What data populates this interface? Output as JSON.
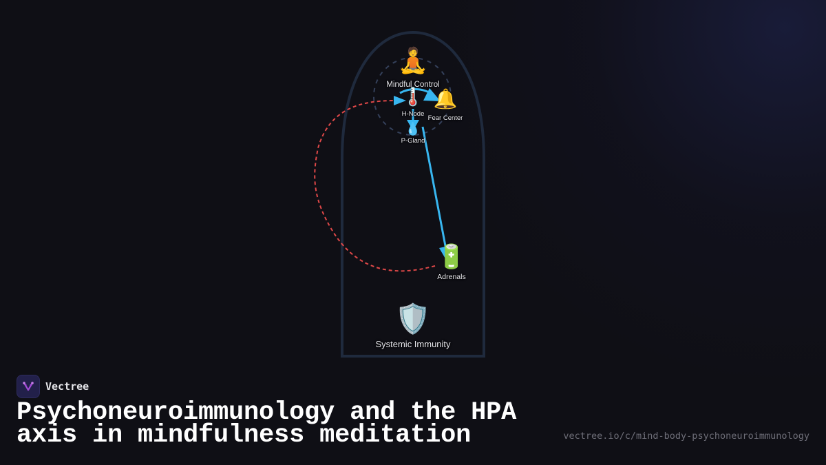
{
  "brand": {
    "name": "Vectree",
    "logo_icon": "vectree-branch-logo",
    "accent_color": "#a24bd6"
  },
  "title": {
    "line1": "Psychoneuroimmunology and the HPA",
    "line2": "axis in mindfulness meditation"
  },
  "url": "vectree.io/c/mind-body-psychoneuroimmunology",
  "diagram": {
    "container": "arch",
    "nodes": [
      {
        "id": "mindful",
        "label": "Mindful Control",
        "icon": "person-meditating-icon",
        "emoji": "🧘"
      },
      {
        "id": "hnode",
        "label": "H-Node",
        "icon": "thermometer-icon",
        "emoji": "🌡️"
      },
      {
        "id": "fear",
        "label": "Fear Center",
        "icon": "bell-icon",
        "emoji": "🔔"
      },
      {
        "id": "pgland",
        "label": "P-Gland",
        "icon": "droplet-icon",
        "emoji": "💧"
      },
      {
        "id": "adrenals",
        "label": "Adrenals",
        "icon": "battery-icon",
        "emoji": "🔋"
      },
      {
        "id": "immunity",
        "label": "Systemic Immunity",
        "icon": "shield-icon",
        "emoji": "🛡️"
      }
    ],
    "edges": [
      {
        "from": "mindful",
        "to": "fear",
        "style": "solid",
        "color": "#38b6f0"
      },
      {
        "from": "hnode",
        "to": "pgland",
        "style": "solid",
        "color": "#38b6f0"
      },
      {
        "from": "pgland",
        "to": "adrenals",
        "style": "solid",
        "color": "#38b6f0"
      },
      {
        "from": "adrenals",
        "to": "hnode",
        "style": "dashed-feedback",
        "color": "#e04848"
      }
    ],
    "colors": {
      "arch_stroke": "#1f2a3d",
      "inner_circle": "#34405a",
      "arrow": "#38b6f0",
      "feedback": "#e04848"
    }
  }
}
